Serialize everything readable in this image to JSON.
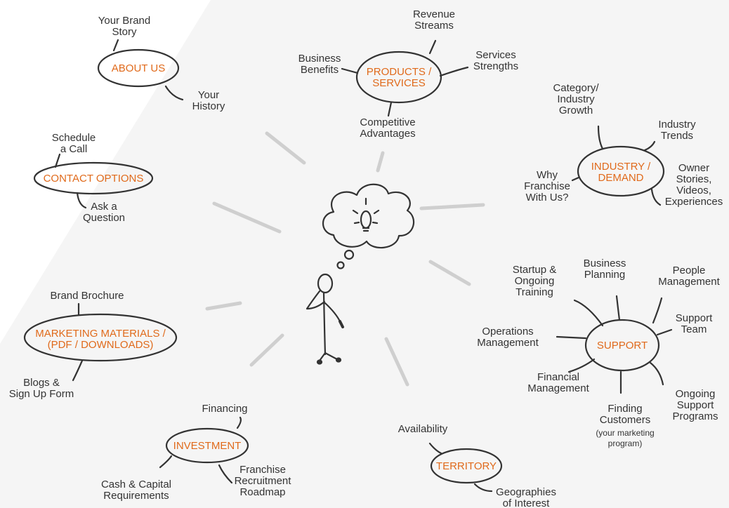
{
  "colors": {
    "hub_text": "#e06a1b",
    "label_text": "#333333",
    "ink": "#333333",
    "ray": "#cfcfcf",
    "panel": "#f5f5f5"
  },
  "center": {
    "figure": "thinking-person-icon",
    "thought": "lightbulb-idea-icon"
  },
  "hubs": {
    "about_us": "ABOUT US",
    "products_services": [
      "PRODUCTS /",
      "SERVICES"
    ],
    "contact_options": "CONTACT OPTIONS",
    "industry_demand": [
      "INDUSTRY /",
      "DEMAND"
    ],
    "marketing_materials": [
      "MARKETING MATERIALS /",
      "(PDF / DOWNLOADS)"
    ],
    "support": "SUPPORT",
    "investment": "INVESTMENT",
    "territory": "TERRITORY"
  },
  "labels": {
    "your_brand_story": [
      "Your Brand",
      "Story"
    ],
    "your_history": [
      "Your",
      "History"
    ],
    "revenue_streams": [
      "Revenue",
      "Streams"
    ],
    "business_benefits": [
      "Business",
      "Benefits"
    ],
    "services_strengths": [
      "Services",
      "Strengths"
    ],
    "competitive_advantages": [
      "Competitive",
      "Advantages"
    ],
    "schedule_a_call": [
      "Schedule",
      "a Call"
    ],
    "ask_a_question": [
      "Ask a",
      "Question"
    ],
    "category_industry_growth": [
      "Category/",
      "Industry",
      "Growth"
    ],
    "industry_trends": [
      "Industry",
      "Trends"
    ],
    "why_franchise": [
      "Why",
      "Franchise",
      "With Us?"
    ],
    "owner_stories": [
      "Owner",
      "Stories,",
      "Videos,",
      "Experiences"
    ],
    "brand_brochure": "Brand Brochure",
    "blogs_signup": [
      "Blogs &",
      "Sign Up Form"
    ],
    "startup_training": [
      "Startup &",
      "Ongoing",
      "Training"
    ],
    "business_planning": [
      "Business",
      "Planning"
    ],
    "people_management": [
      "People",
      "Management"
    ],
    "support_team": [
      "Support",
      "Team"
    ],
    "operations_management": [
      "Operations",
      "Management"
    ],
    "financial_management": [
      "Financial",
      "Management"
    ],
    "finding_customers": [
      "Finding",
      "Customers"
    ],
    "marketing_program": [
      "(your marketing",
      "program)"
    ],
    "ongoing_support_programs": [
      "Ongoing",
      "Support",
      "Programs"
    ],
    "financing": "Financing",
    "cash_capital": [
      "Cash & Capital",
      "Requirements"
    ],
    "recruitment_roadmap": [
      "Franchise",
      "Recruitment",
      "Roadmap"
    ],
    "availability": "Availability",
    "geographies": [
      "Geographies",
      "of Interest"
    ]
  }
}
